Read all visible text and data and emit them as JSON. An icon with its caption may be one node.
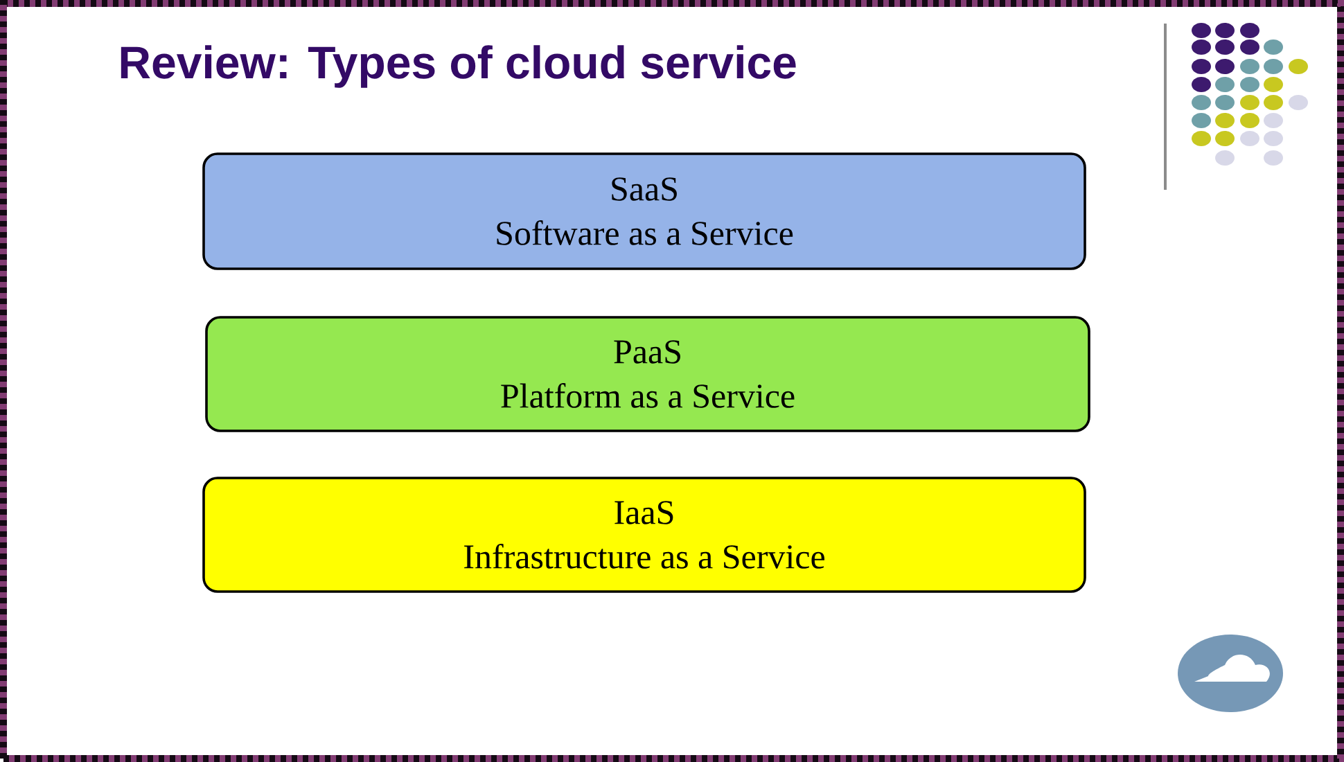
{
  "diagram": {
    "title": "Review: Types of cloud service",
    "nodes": [
      {
        "text": [
          "SaaS",
          "Software as a Service"
        ]
      },
      {
        "text": [
          "PaaS",
          "Platform as a Service"
        ]
      },
      {
        "text": [
          "IaaS",
          "Infrastructure as a Service"
        ]
      }
    ]
  }
}
